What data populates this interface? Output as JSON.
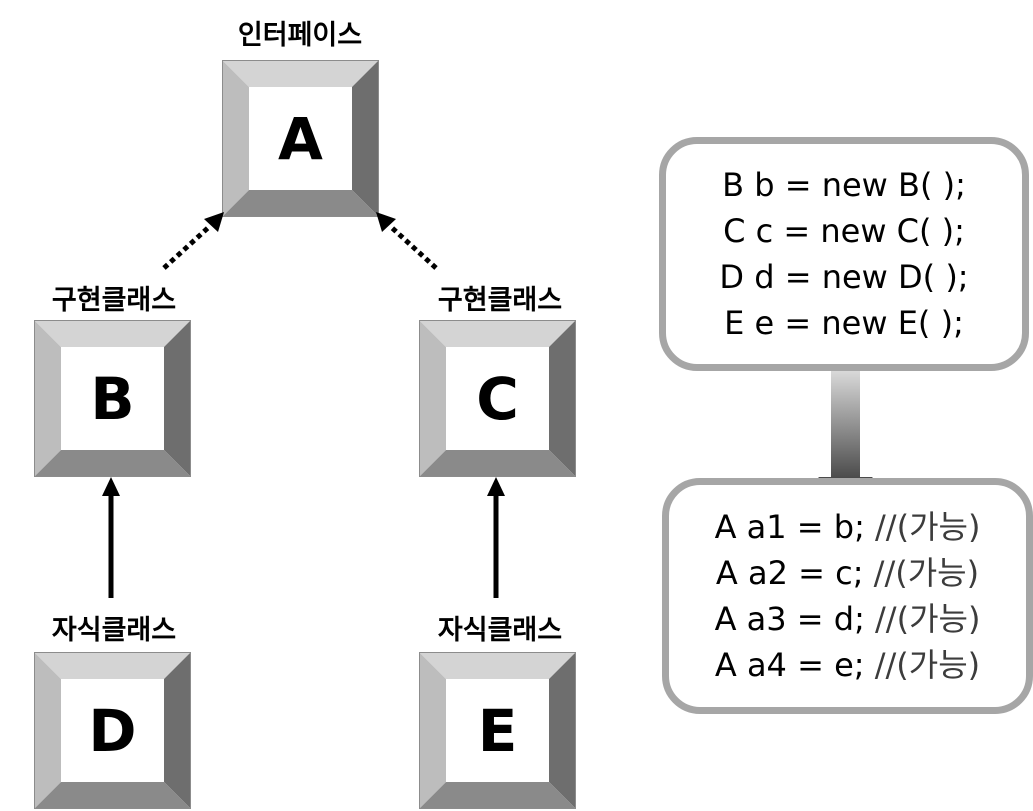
{
  "nodes": {
    "a": {
      "label": "인터페이스",
      "letter": "A"
    },
    "b": {
      "label": "구현클래스",
      "letter": "B"
    },
    "c": {
      "label": "구현클래스",
      "letter": "C"
    },
    "d": {
      "label": "자식클래스",
      "letter": "D"
    },
    "e": {
      "label": "자식클래스",
      "letter": "E"
    }
  },
  "code_top": [
    "B b = new B( );",
    "C c = new C( );",
    "D d = new D( );",
    "E e = new E( );"
  ],
  "code_bottom": [
    {
      "code": "A a1 = b;",
      "comment": "//(가능)"
    },
    {
      "code": "A a2 = c;",
      "comment": "//(가능)"
    },
    {
      "code": "A a3 = d;",
      "comment": "//(가능)"
    },
    {
      "code": "A a4 = e;",
      "comment": "//(가능)"
    }
  ],
  "colors": {
    "bevel_top": "#d4d4d4",
    "bevel_left": "#bdbdbd",
    "bevel_right": "#6e6e6e",
    "bevel_bottom": "#8a8a8a",
    "box_border": "#a6a6a6",
    "connector_arrow": "#555555"
  }
}
